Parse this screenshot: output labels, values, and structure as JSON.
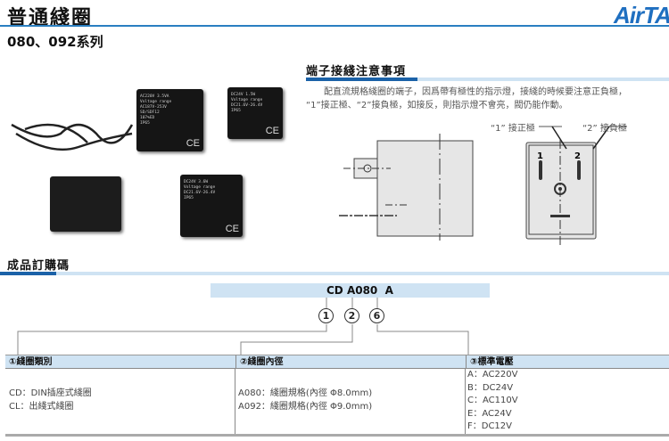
{
  "header": {
    "title": "普通綫圈",
    "logo": "AirTAC",
    "series": "080、092系列"
  },
  "products": {
    "coil_labels": [
      "CE",
      "CE",
      "CE"
    ]
  },
  "wiring": {
    "heading": "端子接綫注意事項",
    "text_line1": "配直流規格綫圈的端子，因爲帶有極性的指示燈，接綫的時候要注意正負極，",
    "text_line2": "“1”接正極、“2”接負極，如接反，則指示燈不會亮，閥仍能作動。",
    "label_pos": "“1” 接正極",
    "label_neg": "“2” 接負極",
    "pin1": "1",
    "pin2": "2"
  },
  "order": {
    "heading": "成品訂購碼",
    "code": "CD A080  A",
    "markers": [
      "1",
      "2",
      "6"
    ],
    "columns": [
      {
        "header": "①綫圈類別",
        "items": [
          "CD：DIN插座式綫圈",
          "CL：出綫式綫圈"
        ]
      },
      {
        "header": "②綫圈內徑",
        "items": [
          "A080：綫圈規格(內徑 Φ8.0mm)",
          "A092：綫圈規格(內徑 Φ9.0mm)"
        ]
      },
      {
        "header": "③標準電壓",
        "items": [
          "A：AC220V",
          "B：DC24V",
          "C：AC110V",
          "E：AC24V",
          "F：DC12V"
        ]
      }
    ]
  },
  "colors": {
    "accent": "#1b62a8",
    "light": "#cfe3f3"
  }
}
